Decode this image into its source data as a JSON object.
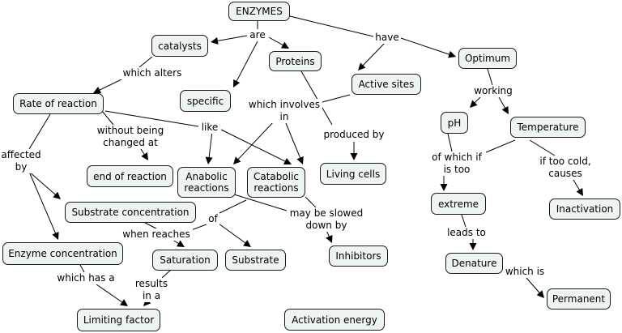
{
  "nodes": {
    "enzymes": "ENZYMES",
    "catalysts": "catalysts",
    "proteins": "Proteins",
    "optimum": "Optimum",
    "active_sites": "Active sites",
    "specific": "specific",
    "rate_of_reaction": "Rate of reaction",
    "ph": "pH",
    "temperature": "Temperature",
    "end_of_reaction": "end of reaction",
    "anabolic_reactions": "Anabolic\nreactions",
    "catabolic_reactions": "Catabolic\nreactions",
    "living_cells": "Living cells",
    "extreme": "extreme",
    "inactivation": "Inactivation",
    "substrate_concentration": "Substrate concentration",
    "enzyme_concentration": "Enzyme concentration",
    "saturation": "Saturation",
    "substrate": "Substrate",
    "inhibitors": "Inhibitors",
    "denature": "Denature",
    "permanent": "Permanent",
    "limiting_factor": "Limiting factor",
    "activation_energy": "Activation energy"
  },
  "links": {
    "are": "are",
    "have": "have",
    "which_alters": "which alters",
    "which_involves_in": "which involves\nin",
    "working": "working",
    "without_being_changed_at": "without being\nchanged at",
    "like": "like",
    "produced_by": "produced by",
    "affected_by": "affected\nby",
    "of_which_if_is_too": "of which if\nis too",
    "if_too_cold_causes": "if too cold,\ncauses",
    "of": "of",
    "may_be_slowed_down_by": "may be slowed\ndown by",
    "when_reaches": "when reaches",
    "leads_to": "leads to",
    "which_has_a": "which has a",
    "results_in_a": "results\nin a",
    "which_is": "which is"
  }
}
